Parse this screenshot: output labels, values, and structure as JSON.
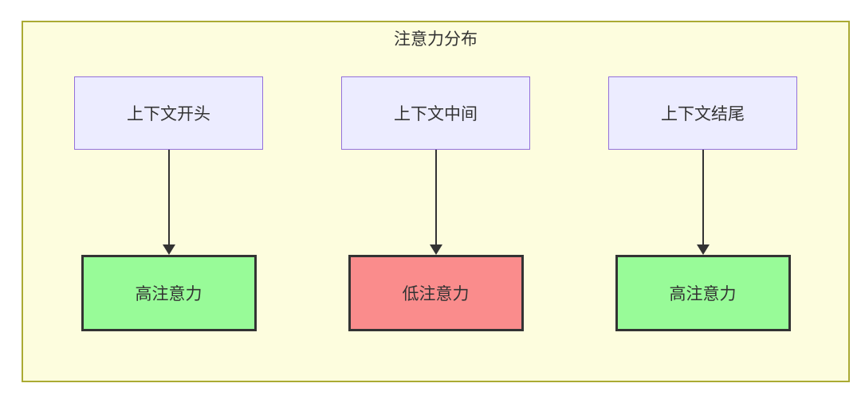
{
  "diagram": {
    "title": "注意力分布",
    "columns": [
      {
        "source": "上下文开头",
        "target": "高注意力",
        "variant": "high"
      },
      {
        "source": "上下文中间",
        "target": "低注意力",
        "variant": "low"
      },
      {
        "source": "上下文结尾",
        "target": "高注意力",
        "variant": "high"
      }
    ],
    "colors": {
      "container_fill": "#fdfdde",
      "container_border": "#aaaa33",
      "source_fill": "#ececff",
      "source_border": "#9370db",
      "high_attention_fill": "#98fb98",
      "low_attention_fill": "#fa8c8c",
      "dark_border": "#333333",
      "arrow": "#333333",
      "text": "#333333"
    }
  }
}
